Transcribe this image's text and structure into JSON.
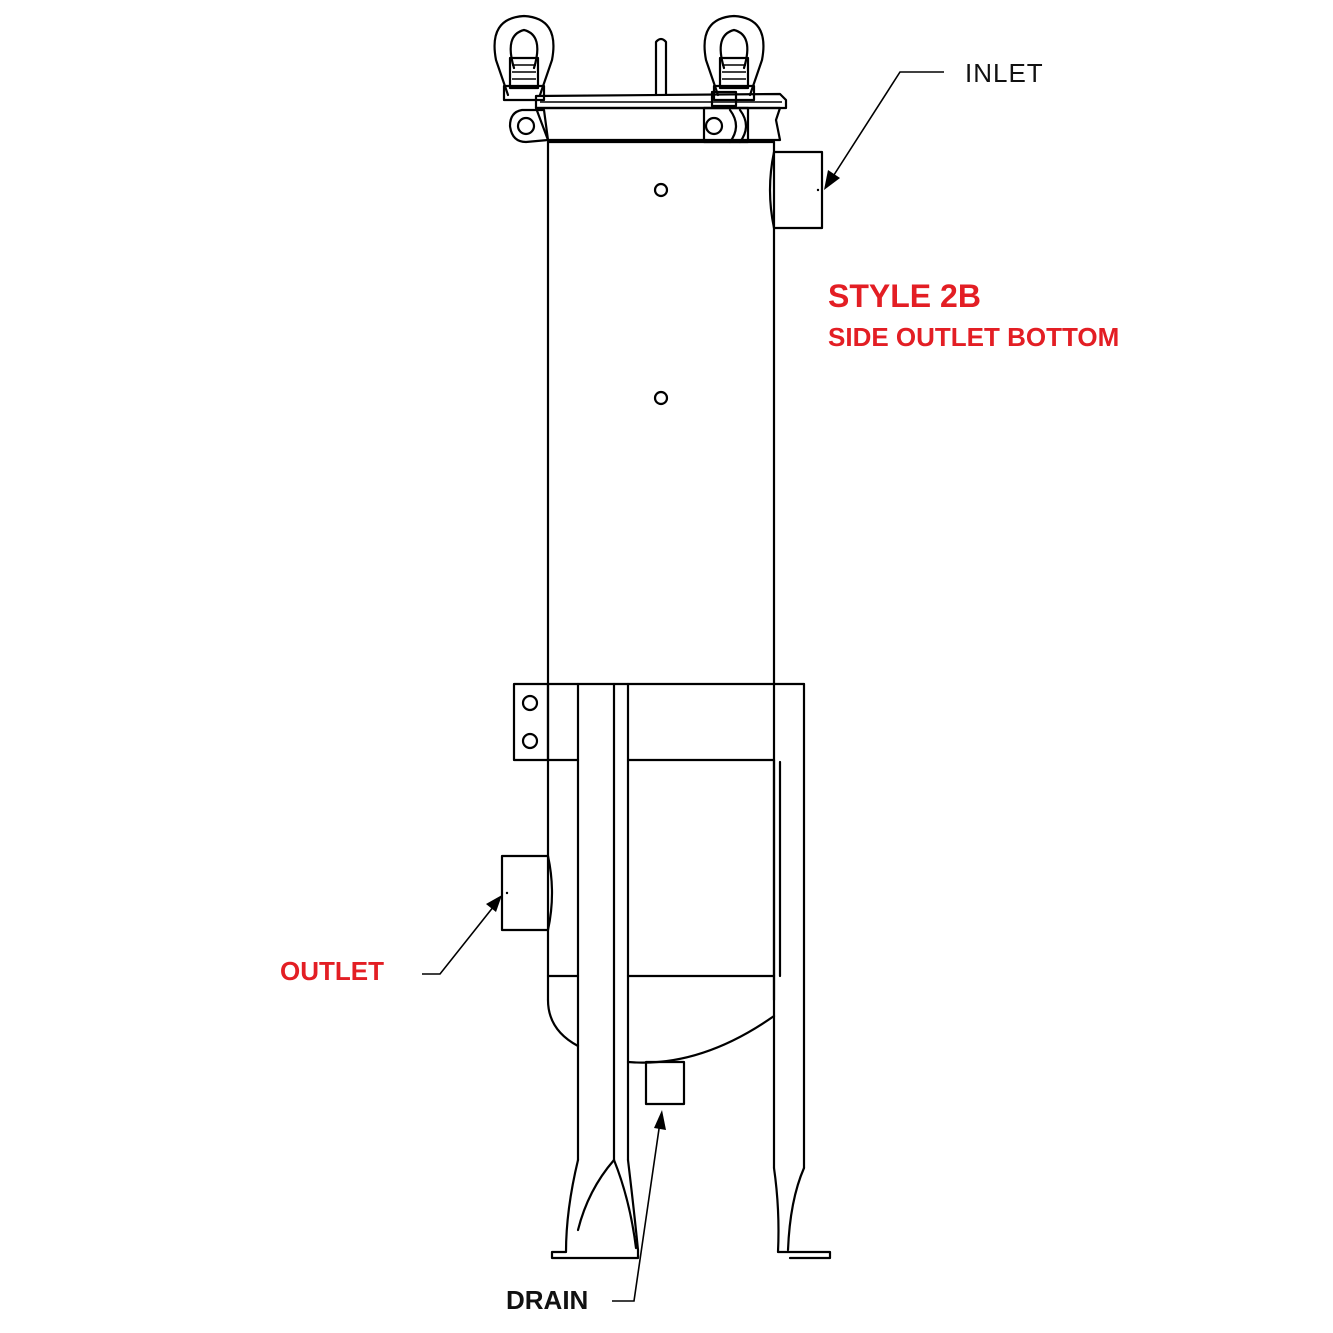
{
  "labels": {
    "inlet": "INLET",
    "style_title": "STYLE 2B",
    "style_subtitle": "SIDE OUTLET BOTTOM",
    "outlet": "OUTLET",
    "drain": "DRAIN"
  },
  "colors": {
    "accent": "#e31e24",
    "line": "#000000"
  }
}
